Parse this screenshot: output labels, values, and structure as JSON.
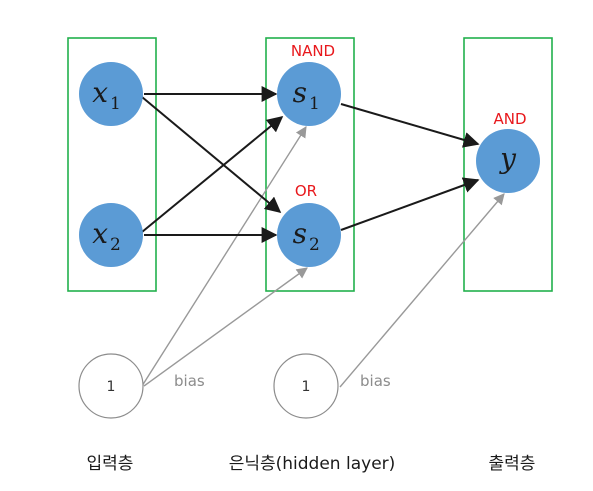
{
  "nodes": {
    "x1": {
      "var": "x",
      "sub": "1"
    },
    "x2": {
      "var": "x",
      "sub": "2"
    },
    "s1": {
      "var": "s",
      "sub": "1",
      "gate": "NAND"
    },
    "s2": {
      "var": "s",
      "sub": "2",
      "gate": "OR"
    },
    "y": {
      "var": "y",
      "gate": "AND"
    }
  },
  "bias": [
    {
      "value": "1",
      "label": "bias"
    },
    {
      "value": "1",
      "label": "bias"
    }
  ],
  "layers": {
    "input": "입력층",
    "hidden": "은닉층(hidden layer)",
    "output": "출력층"
  },
  "colors": {
    "node_fill": "#5b9bd5",
    "layer_border": "#22b14c",
    "gate_text": "#e8181c",
    "black_arrow": "#1a1a1a",
    "bias_arrow": "#999999"
  }
}
